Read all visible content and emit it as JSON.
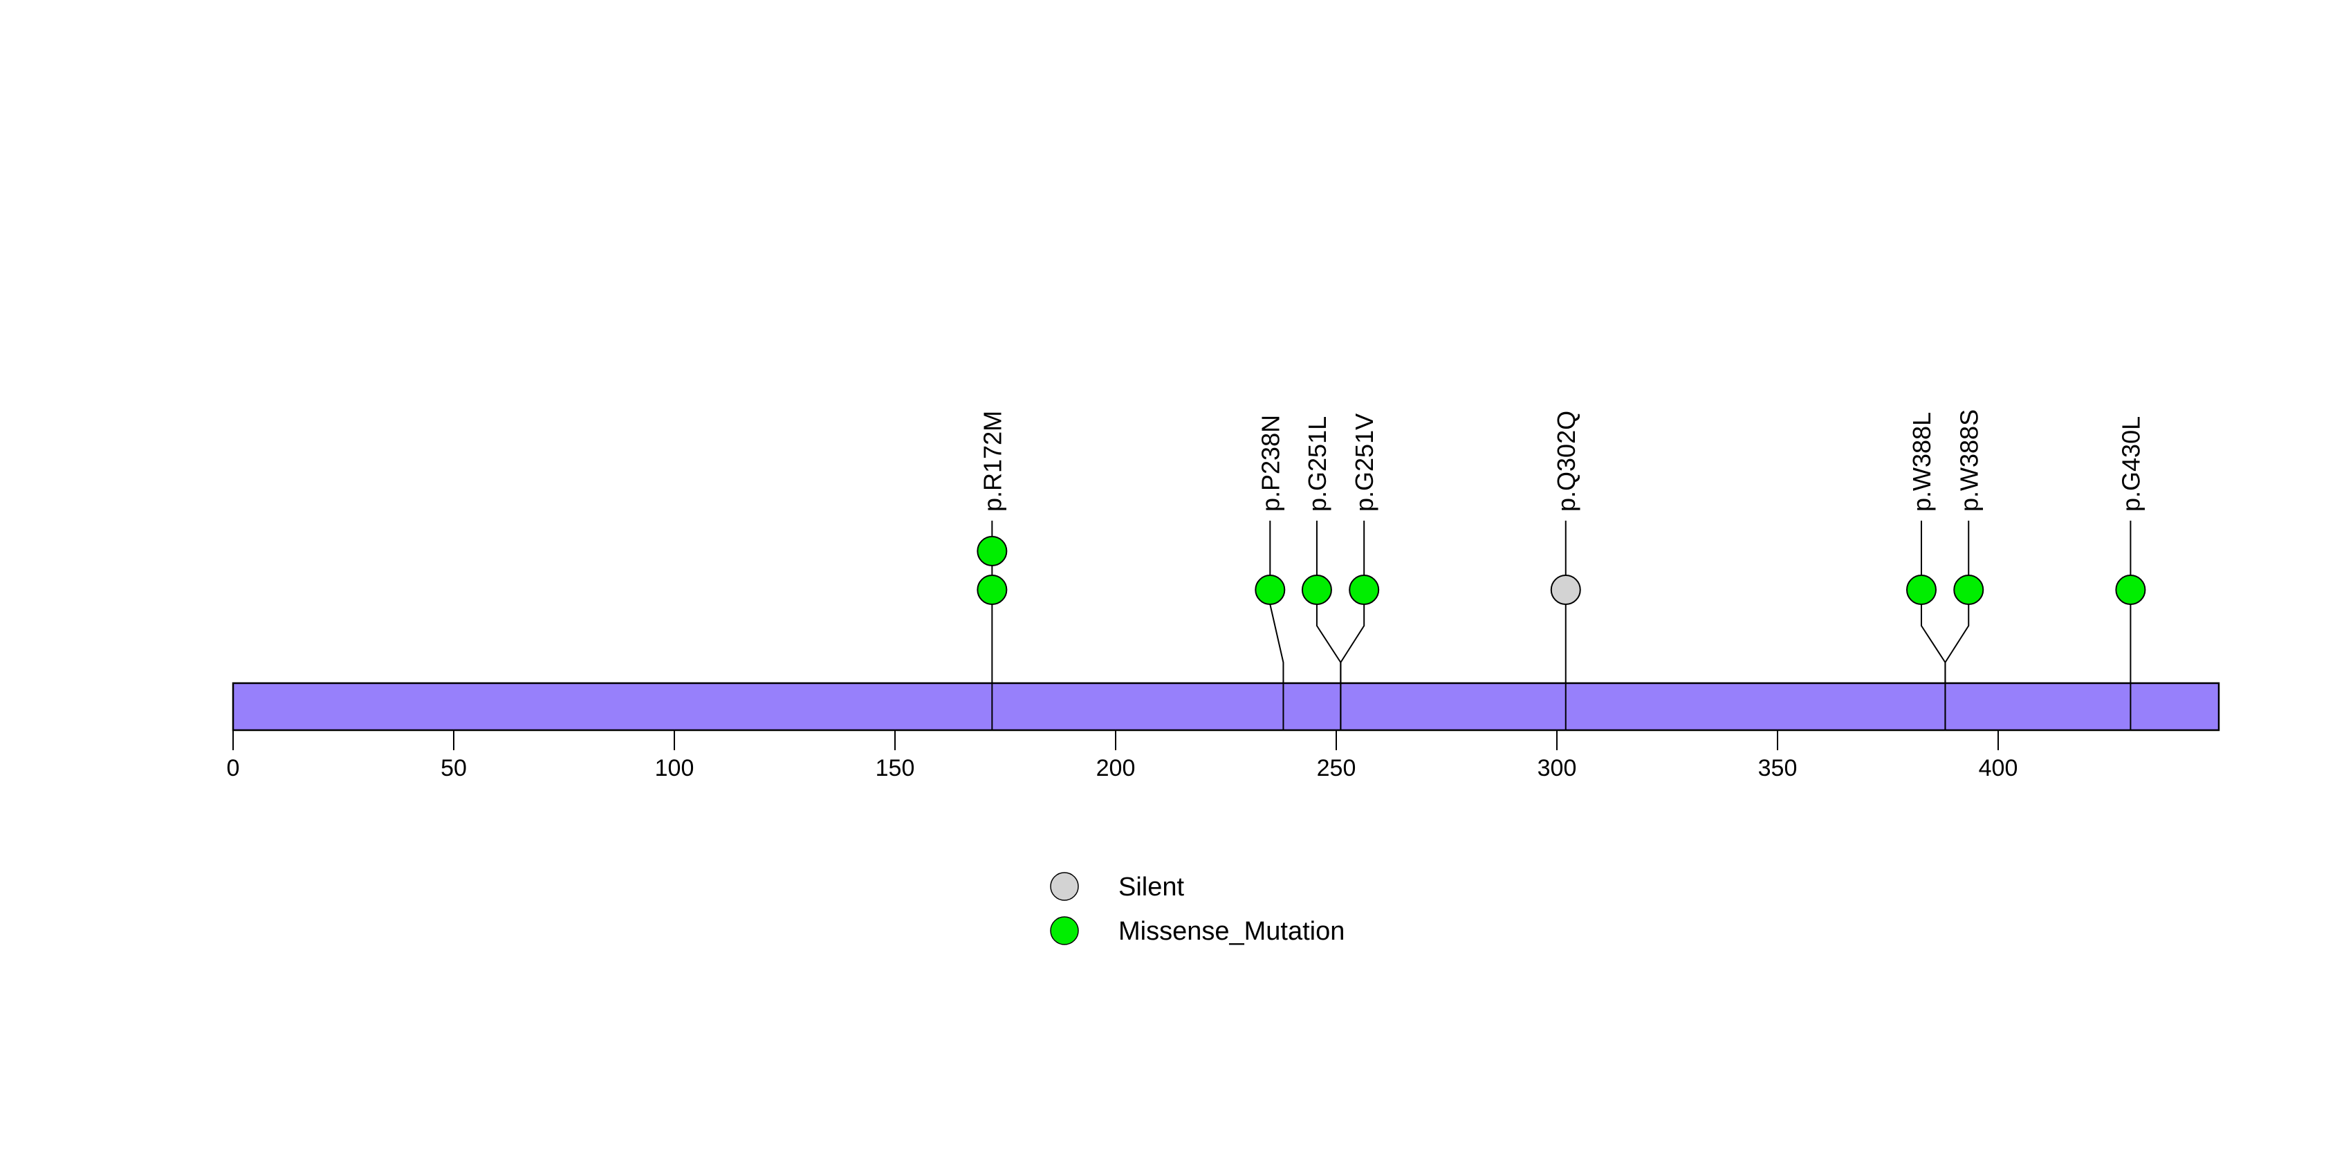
{
  "chart_data": {
    "type": "lollipop",
    "protein": {
      "length_aa": 450,
      "bar_color": "#9780FB",
      "bar_border_color": "#000000"
    },
    "axis": {
      "min": 0,
      "max": 450,
      "tick_values": [
        0,
        50,
        100,
        150,
        200,
        250,
        300,
        350,
        400
      ]
    },
    "mutation_type_colors": {
      "Silent": "#D3D3D3",
      "Missense_Mutation": "#00EE00"
    },
    "legend": {
      "position": "bottom-center",
      "items": [
        {
          "label": "Silent",
          "type": "Silent"
        },
        {
          "label": "Missense_Mutation",
          "type": "Missense_Mutation"
        }
      ]
    },
    "mutations": [
      {
        "label": "p.R172M",
        "position": 172,
        "type": "Missense_Mutation",
        "count": 2,
        "circle_aa": 172,
        "stick": "straight"
      },
      {
        "label": "p.P238N",
        "position": 238,
        "type": "Missense_Mutation",
        "count": 1,
        "circle_aa": 235,
        "stick": "bend"
      },
      {
        "label": "p.G251L",
        "position": 251,
        "type": "Missense_Mutation",
        "count": 1,
        "circle_aa": 245.6,
        "stick": "pair"
      },
      {
        "label": "p.G251V",
        "position": 251,
        "type": "Missense_Mutation",
        "count": 1,
        "circle_aa": 256.3,
        "stick": "pair"
      },
      {
        "label": "p.Q302Q",
        "position": 302,
        "type": "Silent",
        "count": 1,
        "circle_aa": 302,
        "stick": "straight"
      },
      {
        "label": "p.W388L",
        "position": 388,
        "type": "Missense_Mutation",
        "count": 1,
        "circle_aa": 382.6,
        "stick": "pair"
      },
      {
        "label": "p.W388S",
        "position": 388,
        "type": "Missense_Mutation",
        "count": 1,
        "circle_aa": 393.3,
        "stick": "pair"
      },
      {
        "label": "p.G430L",
        "position": 430,
        "type": "Missense_Mutation",
        "count": 1,
        "circle_aa": 430,
        "stick": "straight"
      }
    ]
  }
}
